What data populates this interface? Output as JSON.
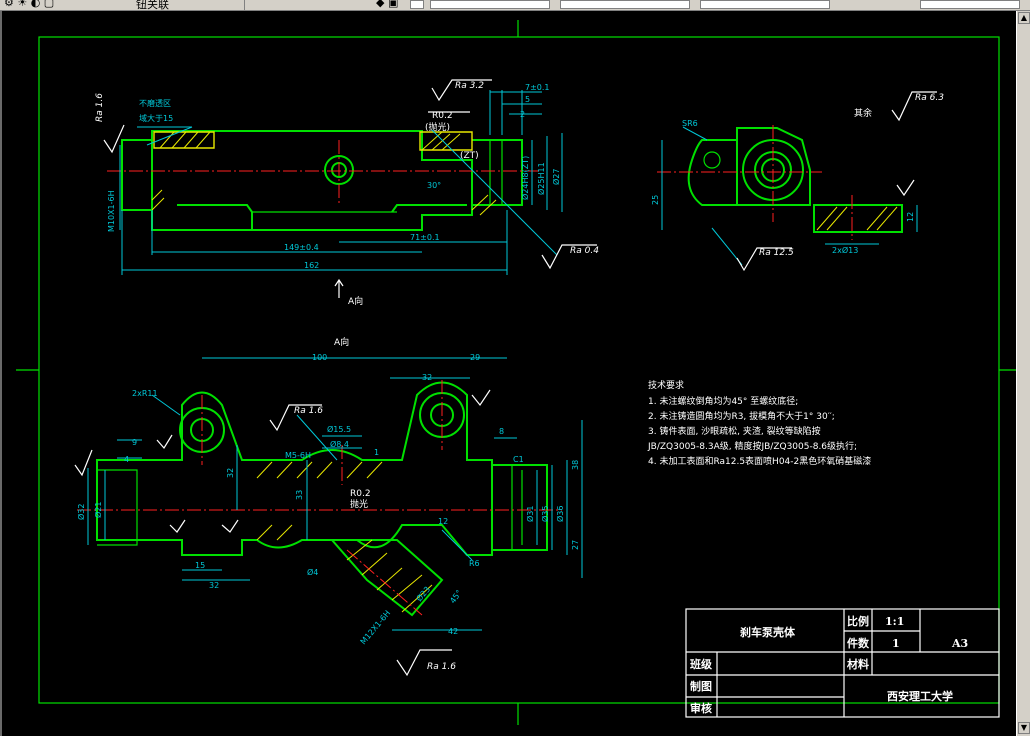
{
  "toolbar": {
    "file_tab": "钮关联",
    "layer_box_1": "",
    "layer_box_2": "",
    "layer_box_3": ""
  },
  "drawing": {
    "annotations_top": {
      "region_label_1": "不磨透区",
      "region_label_2": "域大于15",
      "ra32": "Ra 3.2",
      "ra16_left": "Ra 1.6",
      "r02": "R0.2",
      "polish": "(抛光)",
      "zt": "(ZT)",
      "angle30": "30°",
      "d24": "Ø24H8(ZT)",
      "d25": "Ø25H11",
      "d27": "Ø27",
      "dim7": "7±0.1",
      "dim5": "5",
      "dim2": "2",
      "m10": "M10X1-6H",
      "dim149": "149±0.4",
      "dim71": "71±0.1",
      "dim162": "162",
      "ra04": "Ra 0.4",
      "a_dir_arrow": "A向"
    },
    "annotations_side": {
      "rest": "其余",
      "ra63": "Ra 6.3",
      "sr6": "SR6",
      "dim25": "25",
      "ra125": "Ra 12.5",
      "d13": "2xØ13",
      "dim12": "12"
    },
    "annotations_bottom": {
      "view_title": "A向",
      "dim100": "100",
      "dim29": "29",
      "dim32top": "32",
      "r11": "2xR11",
      "ra16b": "Ra 1.6",
      "d155": "Ø15.5",
      "d84": "Ø8.4",
      "m5": "M5-6H",
      "dim1": "1",
      "dim33": "33",
      "r02b": "R0.2",
      "polish2": "抛光",
      "dim9": "9",
      "dim4": "4",
      "d32": "Ø32",
      "d21": "Ø21",
      "dim32v": "32",
      "dim15": "15",
      "dim32b": "32",
      "d4": "Ø4",
      "dim8": "8",
      "c1": "C1",
      "d31": "Ø31",
      "d35": "Ø35",
      "d36": "Ø36",
      "dim38": "38",
      "dim27": "27",
      "dim12b": "12",
      "r6": "R6",
      "d23": "Ø23",
      "dim42": "42",
      "ang45": "45°",
      "m12": "M12X1-6H",
      "ra16c": "Ra 1.6"
    },
    "tech_requirements": {
      "title": "技术要求",
      "line1": "1. 未注螺纹倒角均为45° 至螺纹底径;",
      "line2": "2. 未注铸造圆角均为R3, 拔模角不大于1° 30′′;",
      "line3": "3. 铸件表面, 沙眼疏松, 夹渣, 裂纹等缺陷按",
      "line4": "JB/ZQ3005-8.3A级, 精度按JB/ZQ3005-8.6级执行;",
      "line5": "4. 未加工表面和Ra12.5表面喷H04-2黑色环氧硝基磁漆"
    },
    "title_block": {
      "part_name": "刹车泵壳体",
      "scale_label": "比例",
      "scale_value": "1:1",
      "qty_label": "件数",
      "qty_value": "1",
      "sheet": "A3",
      "material_label": "材料",
      "class_label": "班级",
      "drawn_label": "制图",
      "review_label": "审核",
      "school": "西安理工大学"
    }
  },
  "colors": {
    "background": "#000000",
    "outline": "#00e000",
    "hatch": "#e8e800",
    "dimension": "#00c8d8",
    "centerline": "#ff2020",
    "text": "#ffffff"
  }
}
